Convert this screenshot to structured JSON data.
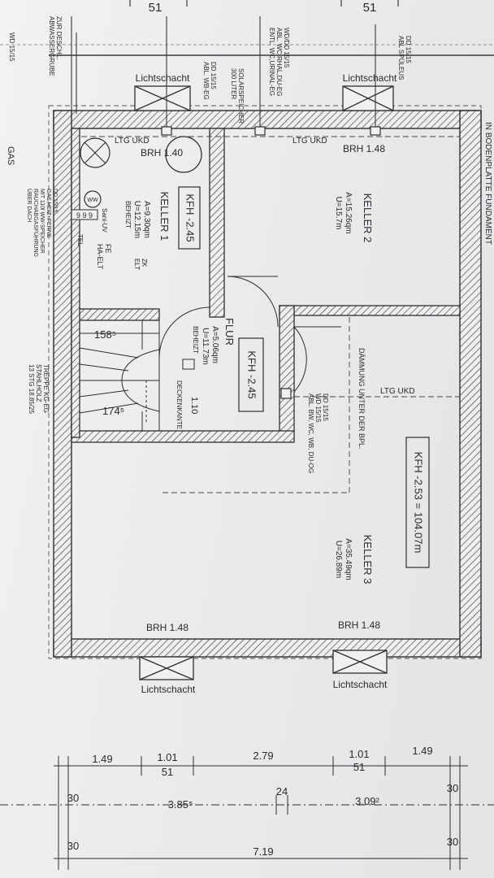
{
  "top_marks": {
    "left": "51",
    "right": "51"
  },
  "lightwells": {
    "top_left": "Lichtschacht",
    "top_right": "Lichtschacht",
    "bottom_left": "Lichtschacht",
    "bottom_right": "Lichtschacht"
  },
  "ltg": {
    "a": "LTG UKD",
    "b": "LTG UKD",
    "c": "LTG UKD"
  },
  "brh": {
    "a": "BRH 1.40",
    "b": "BRH 1.48",
    "c": "BRH 1.48",
    "d": "BRH 1.48"
  },
  "rooms": {
    "keller1": {
      "name": "KELLER 1",
      "area": "A=9.30qm",
      "perimeter": "U=12.15m",
      "heated": "BEHEIZT",
      "kfh": "KFH -2.45"
    },
    "keller2": {
      "name": "KELLER 2",
      "area": "A=15.26qm",
      "perimeter": "U=15.7m"
    },
    "keller3": {
      "name": "KELLER 3",
      "area": "A=35.49qm",
      "perimeter": "U=26.89m",
      "kfh": "KFH -2.53 = 104.07m"
    },
    "flur": {
      "name": "FLUR",
      "area": "A=5.06qm",
      "perimeter": "U=11.73m",
      "heated": "BEHEIZT",
      "kfh": "KFH -2.45"
    }
  },
  "notes": {
    "top_right": [
      "DD 15/15",
      "ABL SPÜLEUS"
    ],
    "wd_upper": [
      "WD/DD 15/15",
      "ABL. WC,RHAL,DU-EG",
      "ENTL. WC,URINAL-EG"
    ],
    "solar": [
      "SOLARSPEICHER",
      "300 LITER"
    ],
    "dd_mid": [
      "DD 15/15",
      "ABL. WB-EG"
    ],
    "abwasser": [
      "ZUR DESCHL.",
      "ABWASSERGRUBE"
    ],
    "wd_far": "WD 15/15",
    "gas": "GAS",
    "kw": [
      "DD 15/15",
      "GAS.HEIZ+FERNE",
      "MIT 110l WW-SPEICHER",
      "RAUCHABGASFÜHRUNG",
      "ÜBER DACH"
    ],
    "sani": "Sani-UV",
    "counter": "9 9 9",
    "tel": "TEL",
    "fe": "FE",
    "haelt": "HA-ELT",
    "zaelt": [
      "ZK",
      "ELT"
    ],
    "stair1": "158⁵",
    "stair2": "174⁵",
    "treppe": [
      "TREPPE KG-EG",
      "STAHLHOLZ",
      "13 STG 18.85/25"
    ],
    "h110": "1.10",
    "deckenk": "DECKENKANTE",
    "wd_flur": [
      "DD 15/15",
      "WD 15/15",
      "ABL. BW, WC, WB, DU-OG"
    ],
    "daemmung": "DÄMMUNG UNTER DER BPL.",
    "bodenplatte": "IN BODENPLATTE FUNDAMENT",
    "kreis": "WW"
  },
  "dims": {
    "row1": [
      "1.49",
      "1.01",
      "2.79",
      "1.01",
      "1.49"
    ],
    "row1_sub": [
      "51",
      "51"
    ],
    "row2": [
      "30",
      "3.85⁵",
      "24",
      "3.09²",
      "30"
    ],
    "row3": [
      "30",
      "7.19",
      "30"
    ]
  }
}
